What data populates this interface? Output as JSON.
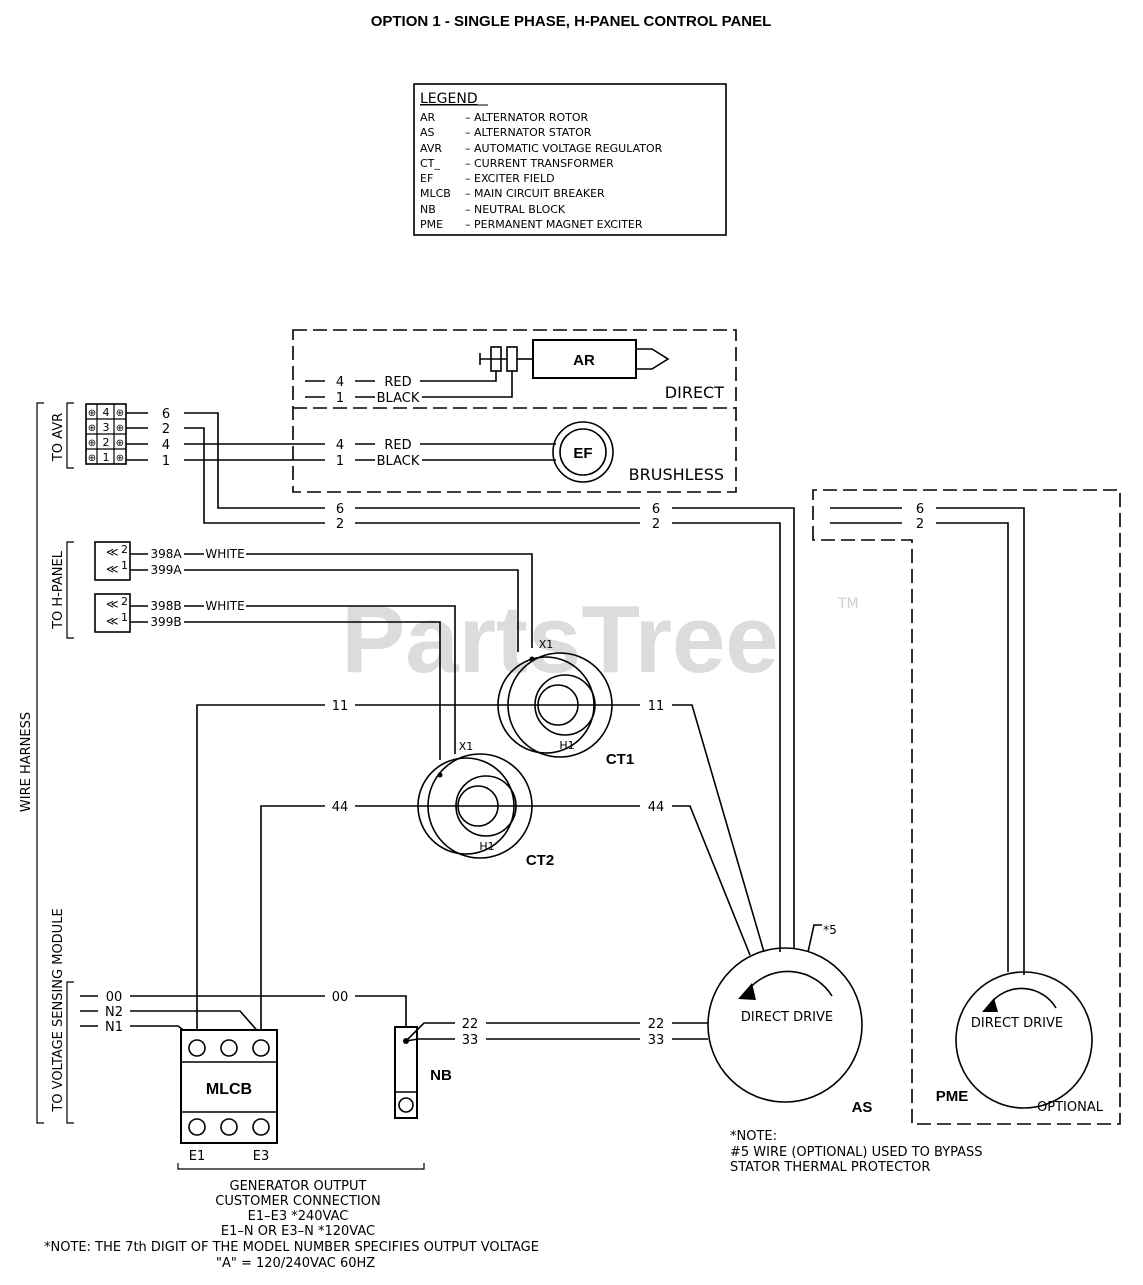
{
  "title": "OPTION 1 - SINGLE PHASE, H-PANEL CONTROL PANEL",
  "legend": {
    "heading": "LEGEND",
    "entries": [
      {
        "abbr": "AR",
        "desc": "–  ALTERNATOR ROTOR"
      },
      {
        "abbr": "AS",
        "desc": "–  ALTERNATOR STATOR"
      },
      {
        "abbr": "AVR",
        "desc": "–  AUTOMATIC VOLTAGE REGULATOR"
      },
      {
        "abbr": "CT_",
        "desc": "–  CURRENT TRANSFORMER"
      },
      {
        "abbr": "EF",
        "desc": "–  EXCITER FIELD"
      },
      {
        "abbr": "MLCB",
        "desc": "–  MAIN CIRCUIT BREAKER"
      },
      {
        "abbr": "NB",
        "desc": "–  NEUTRAL BLOCK"
      },
      {
        "abbr": "PME",
        "desc": "–  PERMANENT MAGNET EXCITER"
      }
    ]
  },
  "watermark": {
    "text": "PartsTree",
    "tm": "TM"
  },
  "side_labels": {
    "to_avr": "TO AVR",
    "to_h_panel": "TO H-PANEL",
    "wire_harness": "WIRE HARNESS",
    "to_voltage_sensing": "TO VOLTAGE SENSING MODULE"
  },
  "rotor": {
    "ar": "AR",
    "direct": "DIRECT",
    "ef": "EF",
    "brushless": "BRUSHLESS",
    "red": "RED",
    "black": "BLACK",
    "wire_4": "4",
    "wire_1": "1"
  },
  "avr_connector": {
    "pins": [
      "4",
      "3",
      "2",
      "1"
    ],
    "wires": [
      "6",
      "2",
      "4",
      "1"
    ]
  },
  "hpanel": {
    "conn_a_pins": [
      "2",
      "1"
    ],
    "conn_b_pins": [
      "2",
      "1"
    ],
    "w398a": "398A",
    "w399a": "399A",
    "w398b": "398B",
    "w399b": "399B",
    "white": "WHITE"
  },
  "wire_labels": {
    "w6": "6",
    "w2": "2",
    "w11": "11",
    "w44": "44",
    "w00": "00",
    "n2": "N2",
    "n1": "N1",
    "w22": "22",
    "w33": "33"
  },
  "ct1": {
    "name": "CT1",
    "x1": "X1",
    "h1": "H1"
  },
  "ct2": {
    "name": "CT2",
    "x1": "X1",
    "h1": "H1"
  },
  "as": {
    "name": "AS",
    "drive": "DIRECT DRIVE",
    "star5": "*5"
  },
  "pme": {
    "name": "PME",
    "drive": "DIRECT DRIVE",
    "optional": "OPTIONAL"
  },
  "mlcb": {
    "name": "MLCB",
    "e1": "E1",
    "e3": "E3"
  },
  "nb": {
    "name": "NB"
  },
  "output_note": [
    "GENERATOR OUTPUT",
    "CUSTOMER CONNECTION",
    "E1–E3 *240VAC",
    "E1–N OR E3–N *120VAC"
  ],
  "model_note": [
    "*NOTE: THE 7th DIGIT OF THE MODEL NUMBER SPECIFIES OUTPUT VOLTAGE",
    "\"A\" = 120/240VAC 60HZ"
  ],
  "bypass_note": [
    "*NOTE:",
    "#5 WIRE (OPTIONAL) USED TO BYPASS",
    "STATOR THERMAL PROTECTOR"
  ]
}
